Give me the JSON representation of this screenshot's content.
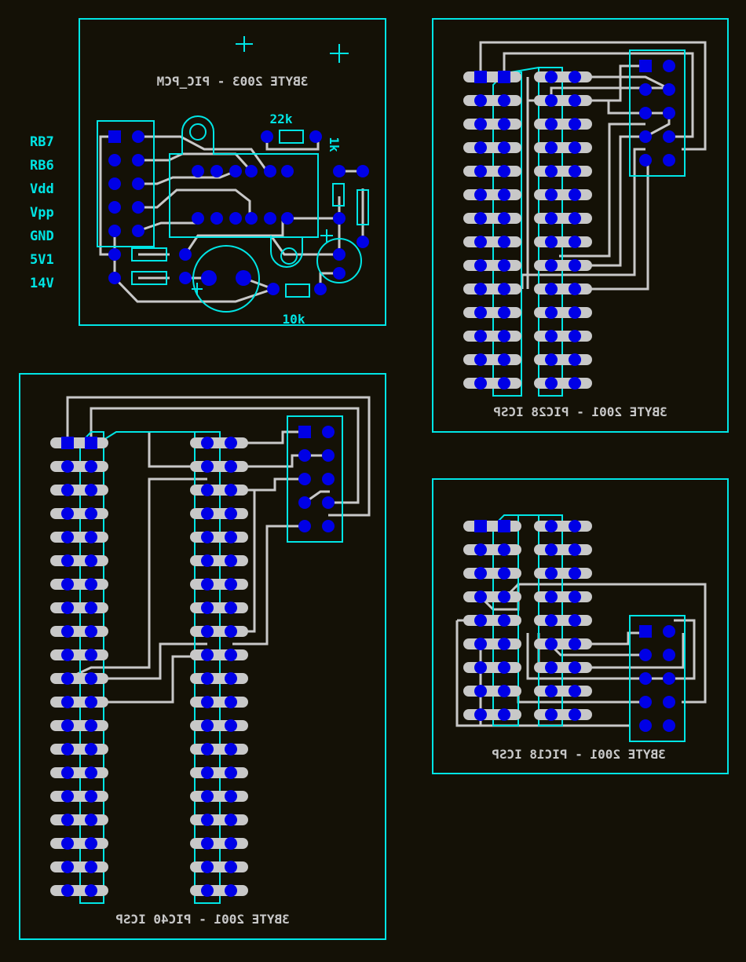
{
  "colors": {
    "background": "#141106",
    "outline": "#00e5e5",
    "trace": "#c8c8c8",
    "pad": "#0000e6",
    "label": "#00e5e5"
  },
  "boards": {
    "pcm": {
      "title": "3BYTE 2003 - PIC_PCM",
      "resistor_22k": "22k",
      "resistor_1k": "1k",
      "resistor_10k": "10k"
    },
    "pic28": {
      "title": "3BYTE 2001 - PIC28 ICSP"
    },
    "pic18": {
      "title": "3BYTE 2001 - PIC18 ICSP"
    },
    "pic40": {
      "title": "3BYTE 2001 - PIC40 ICSP"
    }
  },
  "pin_labels": [
    "RB7",
    "RB6",
    "Vdd",
    "Vpp",
    "GND",
    "5V1",
    "14V"
  ]
}
